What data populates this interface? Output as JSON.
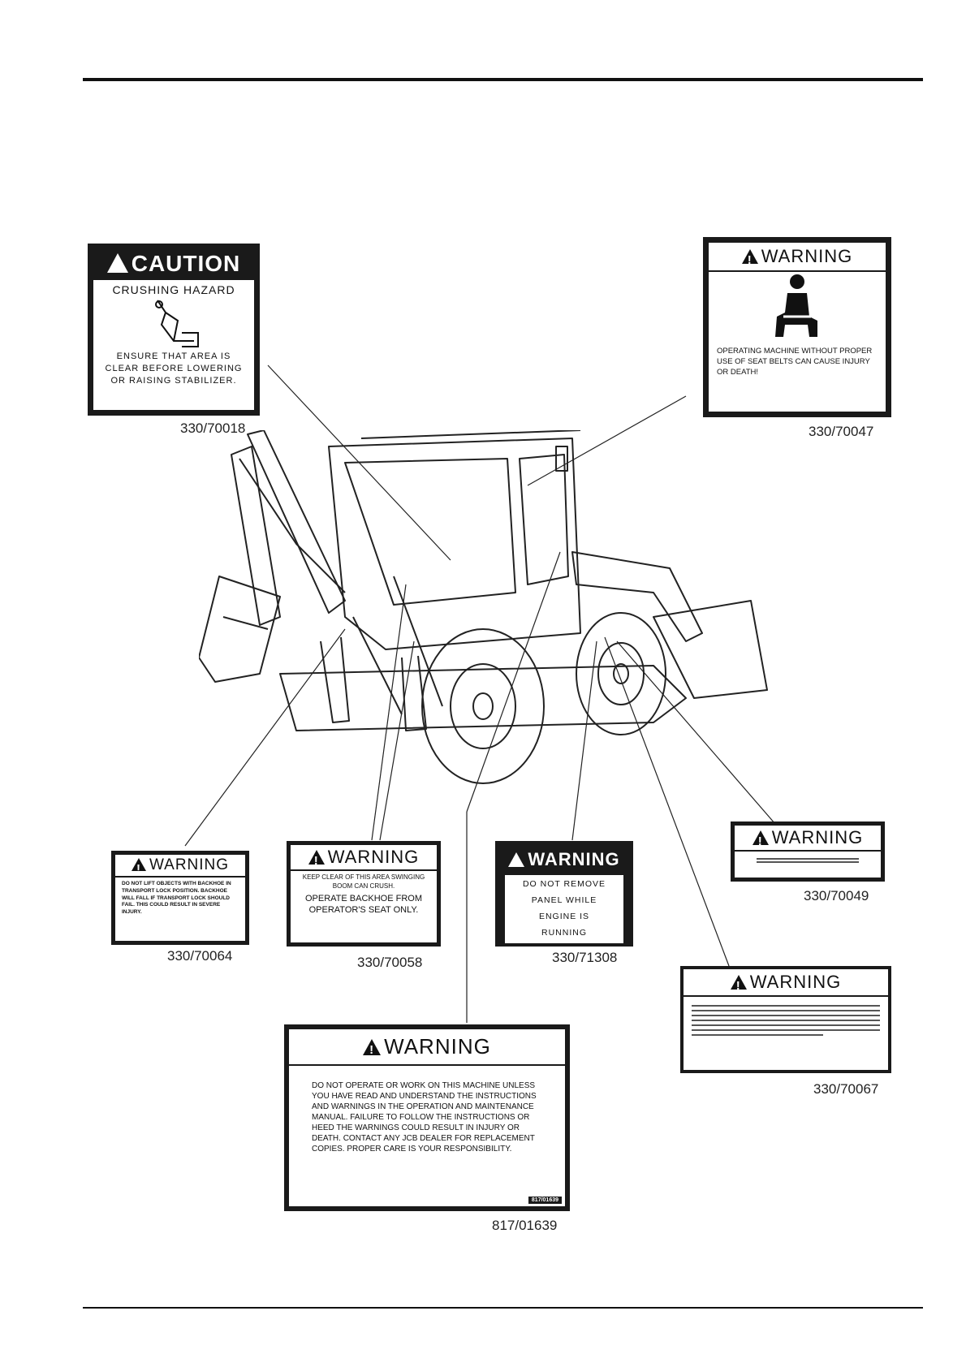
{
  "decals": {
    "d70018": {
      "part_number": "330/70018",
      "signal_word": "CAUTION",
      "hazard": "CRUSHING HAZARD",
      "message": "ENSURE THAT AREA IS CLEAR BEFORE LOWERING OR RAISING STABILIZER."
    },
    "d70047": {
      "part_number": "330/70047",
      "signal_word": "WARNING",
      "message": "OPERATING MACHINE WITHOUT PROPER USE OF SEAT BELTS CAN CAUSE INJURY OR DEATH!"
    },
    "d70064": {
      "part_number": "330/70064",
      "signal_word": "WARNING",
      "message": "DO NOT LIFT OBJECTS WITH BACKHOE IN TRANSPORT LOCK POSITION. BACKHOE WILL FALL IF TRANSPORT LOCK SHOULD FAIL. THIS COULD RESULT IN SEVERE INJURY."
    },
    "d70058": {
      "part_number": "330/70058",
      "signal_word": "WARNING",
      "line1": "KEEP CLEAR OF THIS AREA SWINGING BOOM CAN CRUSH.",
      "line2": "OPERATE BACKHOE FROM OPERATOR'S SEAT ONLY."
    },
    "d71308": {
      "part_number": "330/71308",
      "signal_word": "WARNING",
      "message": "DO NOT REMOVE PANEL WHILE ENGINE IS RUNNING"
    },
    "d70049": {
      "part_number": "330/70049",
      "signal_word": "WARNING"
    },
    "d70067": {
      "part_number": "330/70067",
      "signal_word": "WARNING"
    },
    "d01639": {
      "part_number": "817/01639",
      "signal_word": "WARNING",
      "message": "DO NOT OPERATE OR WORK ON THIS MACHINE UNLESS YOU HAVE READ AND UNDERSTAND THE INSTRUCTIONS AND WARNINGS IN THE OPERATION AND MAINTENANCE MANUAL. FAILURE TO FOLLOW THE INSTRUCTIONS OR HEED THE WARNINGS COULD RESULT IN INJURY OR DEATH. CONTACT ANY JCB DEALER FOR REPLACEMENT COPIES. PROPER CARE IS YOUR RESPONSIBILITY.",
      "code": "817/01639"
    }
  }
}
